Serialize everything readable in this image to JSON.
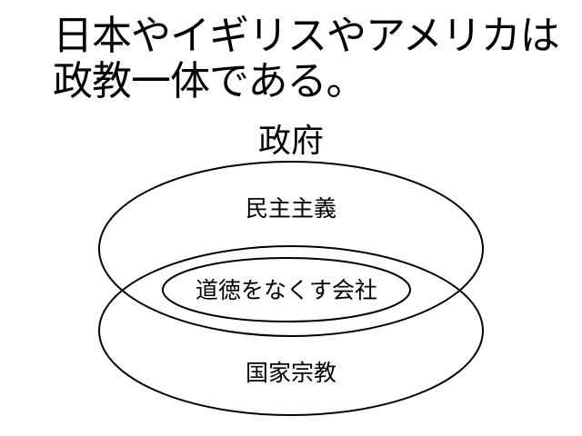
{
  "heading": {
    "line1": "日本やイギリスやアメリカは",
    "line2": "政教一体である。"
  },
  "diagram": {
    "outer_label": "政府",
    "top_ellipse_label": "民主主義",
    "inner_ellipse_label": "道徳をなくす会社",
    "bottom_ellipse_label": "国家宗教"
  }
}
